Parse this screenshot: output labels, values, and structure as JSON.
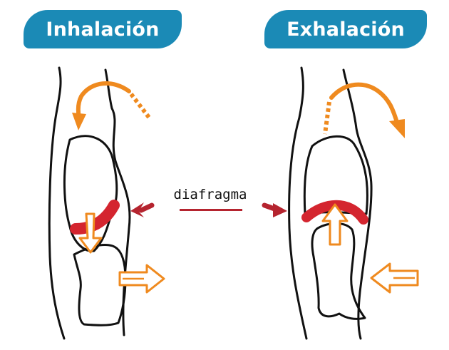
{
  "headings": {
    "left": "Inhalación",
    "right": "Exhalación"
  },
  "center_label": "diafragma",
  "colors": {
    "header_bg": "#1b8ab6",
    "header_text": "#ffffff",
    "orange": "#ef8a1f",
    "diaphragm": "#d4252f",
    "arrow_red": "#b5242f",
    "outline": "#111111"
  },
  "icons": {
    "left_curved_arrow": "curved-arrow-down-icon",
    "right_curved_arrow": "curved-arrow-down-icon",
    "left_diaphragm_arrow": "arrow-down-outline-icon",
    "left_abdomen_arrow": "arrow-right-outline-icon",
    "right_diaphragm_arrow": "arrow-up-outline-icon",
    "right_abdomen_arrow": "arrow-left-outline-icon"
  }
}
